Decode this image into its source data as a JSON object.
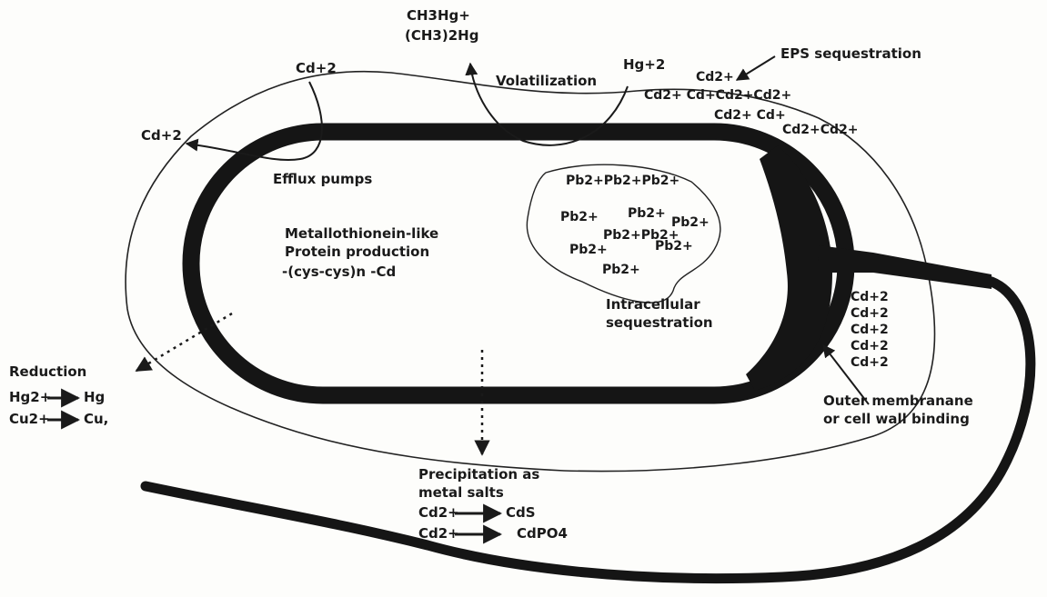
{
  "labels": {
    "ch3hg": "CH3Hg+",
    "ch3_2hg": "(CH3)2Hg",
    "cd_top": "Cd+2",
    "volatilization": "Volatilization",
    "hg_top": "Hg+2",
    "eps": "EPS sequestration",
    "eps_row1": "Cd2+",
    "eps_row2": "Cd2+ Cd+Cd2+Cd2+",
    "eps_row3": "Cd2+ Cd+",
    "eps_row4": "Cd2+Cd2+",
    "cd_left": "Cd+2",
    "efflux": "Efflux pumps",
    "metallo_1": "Metallothionein-like",
    "metallo_2": "Protein production",
    "metallo_3": "-(cys-cys)n -Cd",
    "pb_row1": "Pb2+Pb2+Pb2+",
    "pb_row2a": "Pb2+",
    "pb_row2b": "Pb2+",
    "pb_row3": "Pb2+Pb2+",
    "pb_row3b": "Pb2+",
    "pb_row4": "Pb2+",
    "pb_row4b": "Pb2+",
    "pb_row5": "Pb2+",
    "intracellular_1": "Intracellular",
    "intracellular_2": "sequestration",
    "cd_stack": [
      "Cd+2",
      "Cd+2",
      "Cd+2",
      "Cd+2",
      "Cd+2"
    ],
    "outer_1": "Outer membranane",
    "outer_2": "or cell wall binding",
    "reduction": "Reduction",
    "hg_from": "Hg2+",
    "hg_to": "Hg",
    "cu_from": "Cu2+",
    "cu_to": "Cu,",
    "precip_1": "Precipitation as",
    "precip_2": "metal salts",
    "cds_from": "Cd2+",
    "cds_to": "CdS",
    "cdpo4_from": "Cd2+",
    "cdpo4_to": "CdPO4"
  }
}
